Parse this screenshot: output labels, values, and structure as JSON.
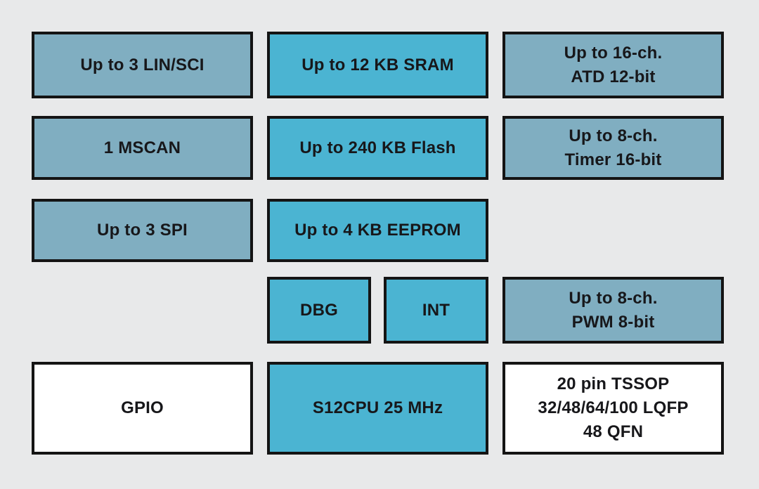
{
  "diagram": {
    "colors": {
      "background": "#e8e9ea",
      "peripheral": "#80aec1",
      "core": "#4bb4d2",
      "io": "#ffffff",
      "border": "#141414",
      "text": "#17171a"
    },
    "blocks": {
      "lin_sci": {
        "label": "Up to 3 LIN/SCI",
        "type": "peripheral"
      },
      "sram": {
        "label": "Up to 12 KB SRAM",
        "type": "core"
      },
      "atd": {
        "line1": "Up to 16-ch.",
        "line2": "ATD 12-bit",
        "type": "peripheral"
      },
      "mscan": {
        "label": "1 MSCAN",
        "type": "peripheral"
      },
      "flash": {
        "label": "Up to 240 KB Flash",
        "type": "core"
      },
      "timer": {
        "line1": "Up to 8-ch.",
        "line2": "Timer 16-bit",
        "type": "peripheral"
      },
      "spi": {
        "label": "Up to 3 SPI",
        "type": "peripheral"
      },
      "eeprom": {
        "label": "Up to 4 KB EEPROM",
        "type": "core"
      },
      "dbg": {
        "label": "DBG",
        "type": "core"
      },
      "int": {
        "label": "INT",
        "type": "core"
      },
      "pwm": {
        "line1": "Up to 8-ch.",
        "line2": "PWM 8-bit",
        "type": "peripheral"
      },
      "gpio": {
        "label": "GPIO",
        "type": "io"
      },
      "cpu": {
        "label": "S12CPU 25 MHz",
        "type": "core"
      },
      "package": {
        "line1": "20 pin TSSOP",
        "line2": "32/48/64/100 LQFP",
        "line3": "48 QFN",
        "type": "io"
      }
    }
  }
}
